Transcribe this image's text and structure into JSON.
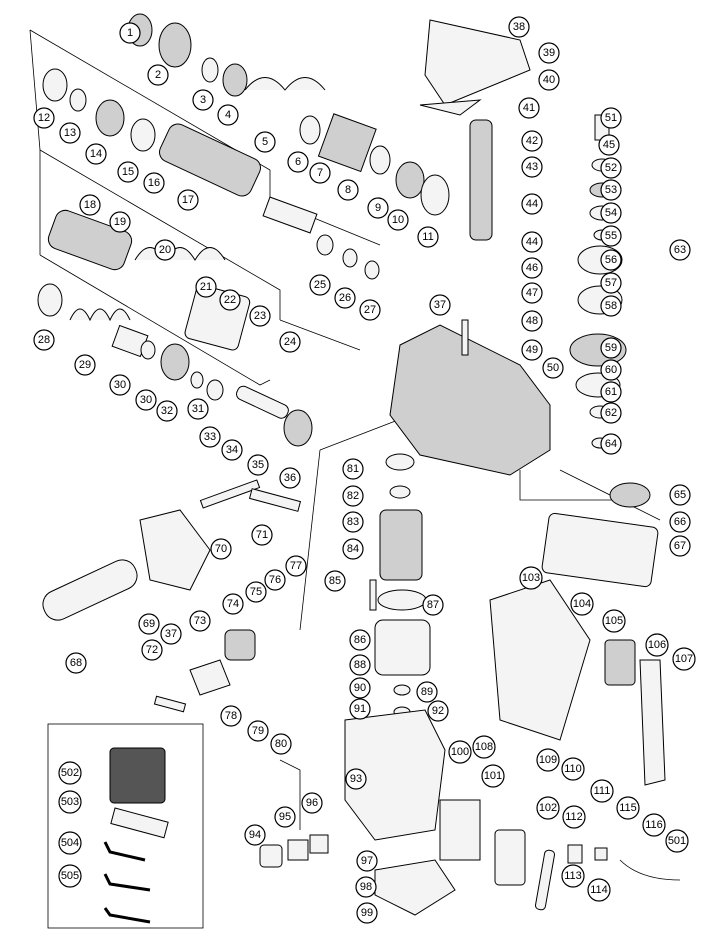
{
  "diagram": {
    "type": "exploded-parts-diagram",
    "callouts": [
      "1",
      "2",
      "3",
      "4",
      "5",
      "6",
      "7",
      "8",
      "9",
      "10",
      "11",
      "12",
      "13",
      "14",
      "15",
      "16",
      "17",
      "18",
      "19",
      "20",
      "21",
      "22",
      "23",
      "24",
      "25",
      "26",
      "27",
      "28",
      "29",
      "30",
      "30",
      "31",
      "32",
      "33",
      "34",
      "35",
      "36",
      "37",
      "37",
      "38",
      "39",
      "40",
      "41",
      "42",
      "43",
      "44",
      "44",
      "45",
      "46",
      "47",
      "48",
      "49",
      "50",
      "51",
      "52",
      "53",
      "54",
      "55",
      "56",
      "57",
      "58",
      "59",
      "60",
      "61",
      "62",
      "63",
      "64",
      "65",
      "66",
      "67",
      "68",
      "69",
      "70",
      "71",
      "72",
      "73",
      "74",
      "75",
      "76",
      "77",
      "78",
      "79",
      "80",
      "81",
      "82",
      "83",
      "84",
      "85",
      "86",
      "87",
      "88",
      "89",
      "90",
      "91",
      "92",
      "93",
      "94",
      "95",
      "96",
      "97",
      "98",
      "99",
      "100",
      "101",
      "102",
      "103",
      "104",
      "105",
      "106",
      "107",
      "108",
      "109",
      "110",
      "111",
      "112",
      "113",
      "114",
      "115",
      "116",
      "501",
      "502",
      "503",
      "504",
      "505"
    ]
  }
}
